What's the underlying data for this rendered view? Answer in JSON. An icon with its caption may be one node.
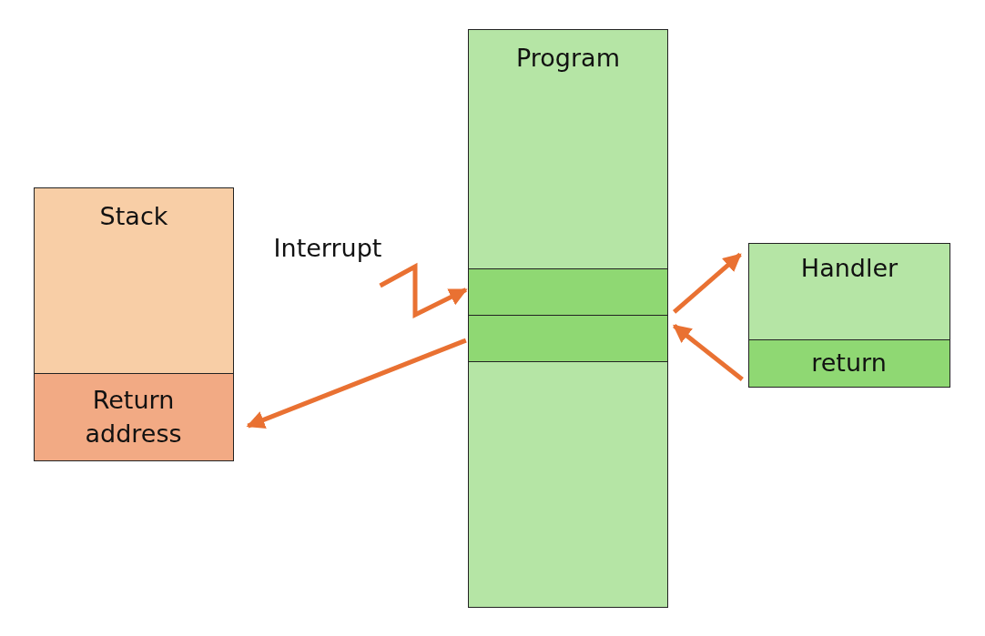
{
  "diagram": {
    "nodes": [
      {
        "text": [
          "Stack"
        ]
      },
      {
        "text": [
          "Return address"
        ],
        "in": 0
      },
      {
        "text": [
          "Program"
        ]
      },
      {
        "text": [],
        "shape": "bar",
        "in": 2
      },
      {
        "text": [],
        "shape": "bar",
        "in": 2
      },
      {
        "text": [
          "Handler"
        ]
      },
      {
        "text": [
          "return"
        ],
        "in": 5
      },
      {
        "text": [
          "Interrupt"
        ]
      }
    ],
    "edges": [
      {
        "from": 7,
        "to": 3,
        "arrow": "to"
      },
      {
        "from": 4,
        "to": 1,
        "arrow": "to"
      },
      {
        "from": 3,
        "to": 5,
        "arrow": "to"
      },
      {
        "from": 6,
        "to": 4,
        "arrow": "to"
      }
    ]
  }
}
